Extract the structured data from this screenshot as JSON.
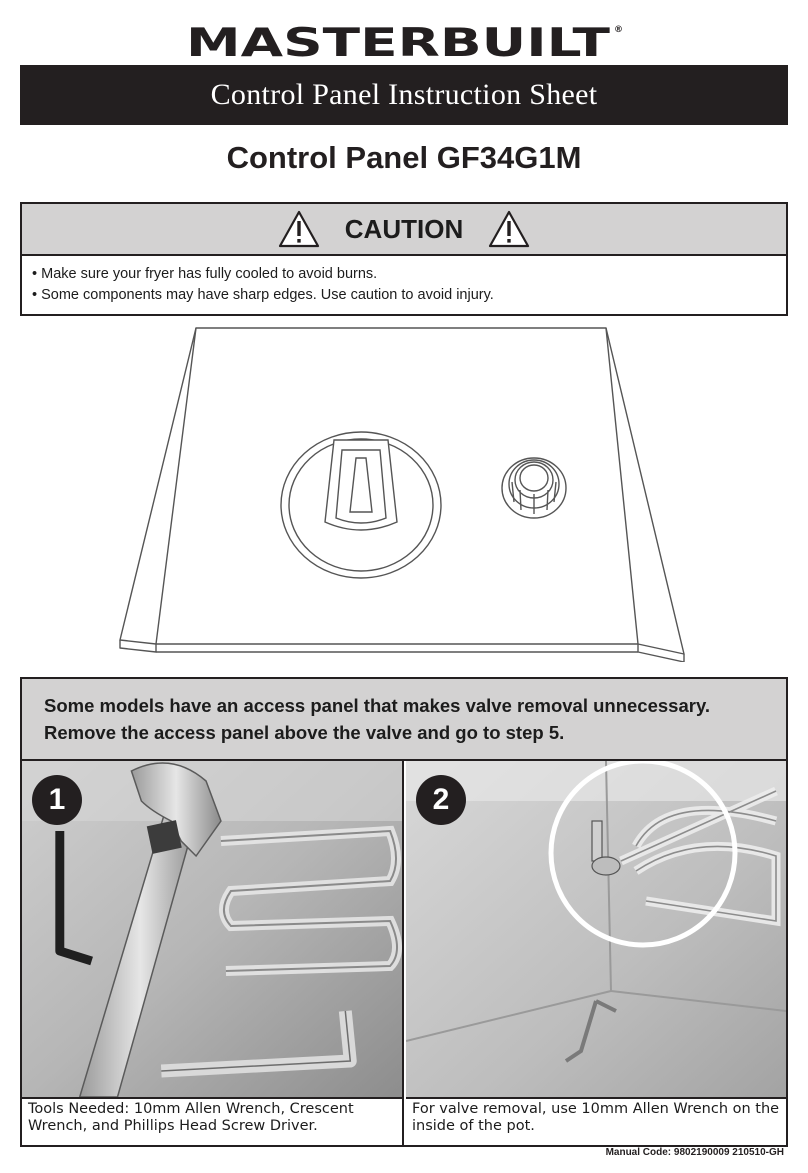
{
  "brand": {
    "name": "MASTERBUILT",
    "mark": "®"
  },
  "sheet_title": "Control Panel Instruction Sheet",
  "model_title": "Control Panel GF34G1M",
  "caution": {
    "heading": "CAUTION",
    "icon": "warning-triangle-icon",
    "items": [
      "Make sure your fryer has fully cooled to avoid burns.",
      "Some components may have sharp edges. Use caution to avoid injury."
    ]
  },
  "access_note": {
    "line1": "Some models have an access panel that makes valve removal unnecessary.",
    "line2": "Remove the access panel above the valve and go to step 5."
  },
  "steps": [
    {
      "number": "1",
      "text": "Tools Needed: 10mm Allen Wrench, Crescent Wrench, and Phillips Head Screw Driver."
    },
    {
      "number": "2",
      "text": "For valve removal, use 10mm Allen Wrench on the inside of the pot."
    }
  ],
  "manual_code": "Manual Code:  9802190009 210510-GH",
  "colors": {
    "dark": "#231f20",
    "panel_gray": "#d3d2d2"
  }
}
